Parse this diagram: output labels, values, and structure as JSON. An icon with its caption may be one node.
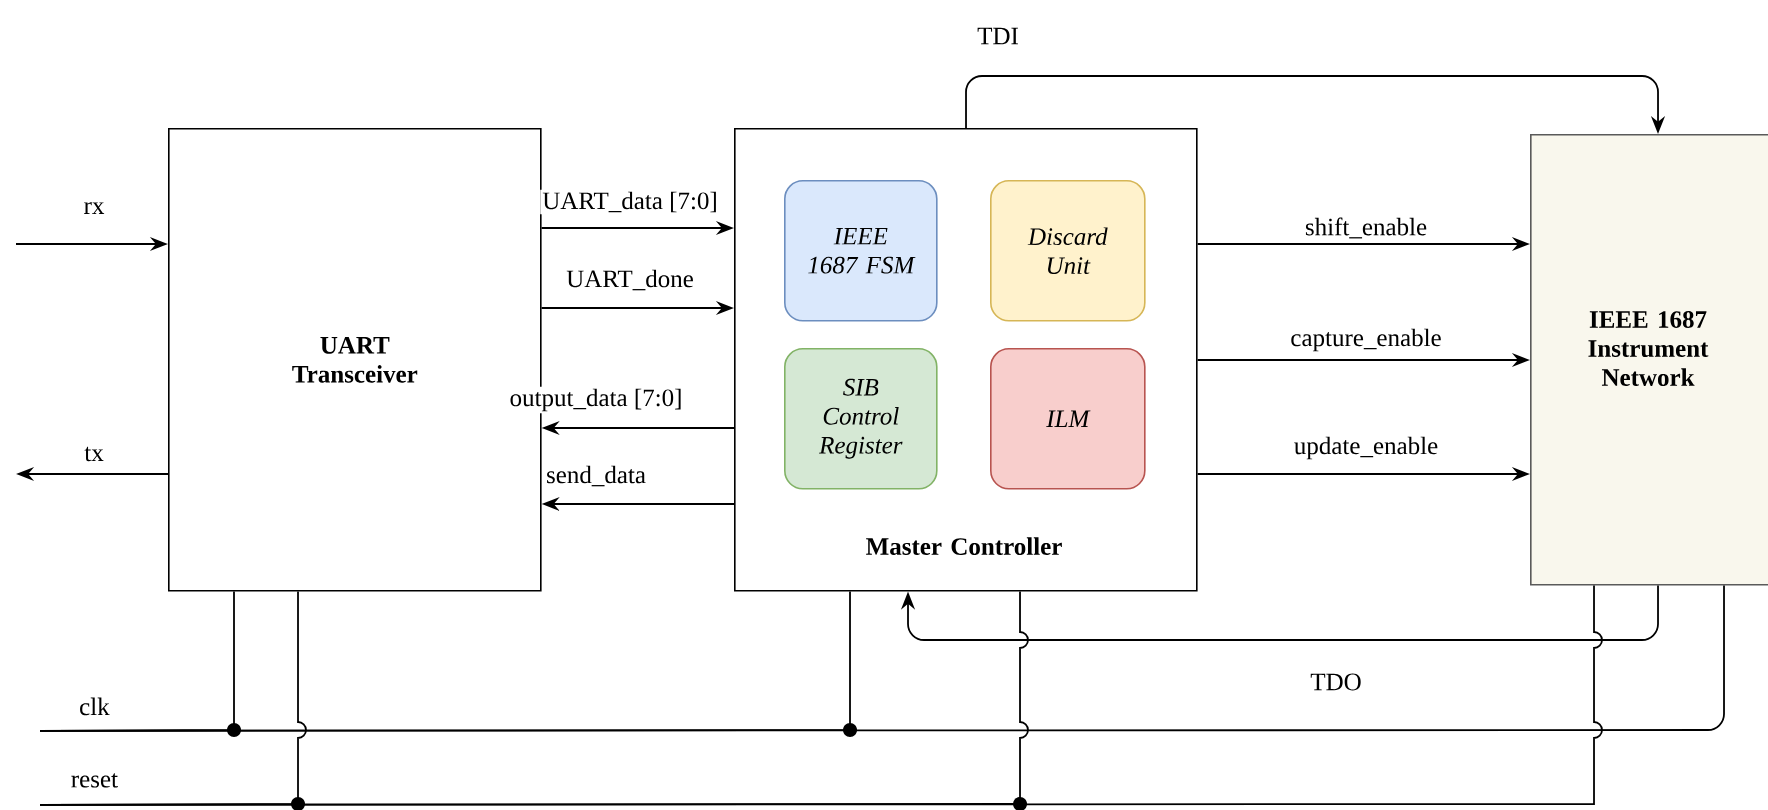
{
  "diagram": {
    "nodes": [
      {
        "text": [
          "UART Transceiver"
        ]
      },
      {
        "text": [
          "Master Controller"
        ]
      },
      {
        "text": [
          "IEEE 1687 FSM"
        ],
        "in": 1
      },
      {
        "text": [
          "Discard Unit"
        ],
        "in": 1
      },
      {
        "text": [
          "SIB Control Register"
        ],
        "in": 1
      },
      {
        "text": [
          "ILM"
        ],
        "in": 1
      },
      {
        "text": [
          "IEEE 1687 Instrument Network"
        ]
      },
      {
        "text": [
          "clk"
        ]
      },
      {
        "text": [
          "reset"
        ]
      }
    ],
    "edges": [
      {
        "from": null,
        "to": 0,
        "arrow": "to",
        "label": "rx"
      },
      {
        "from": 0,
        "to": 1,
        "arrow": "to",
        "label": "UART_data [7:0]"
      },
      {
        "from": 0,
        "to": 1,
        "arrow": "to",
        "label": "UART_done"
      },
      {
        "from": 1,
        "to": 0,
        "arrow": "to",
        "label": "output_data [7:0]"
      },
      {
        "from": 1,
        "to": 0,
        "arrow": "to",
        "label": "send_data"
      },
      {
        "from": 0,
        "to": null,
        "arrow": "to",
        "label": "tx"
      },
      {
        "from": 1,
        "to": 6,
        "arrow": "to",
        "label": "shift_enable"
      },
      {
        "from": 1,
        "to": 6,
        "arrow": "to",
        "label": "capture_enable"
      },
      {
        "from": 1,
        "to": 6,
        "arrow": "to",
        "label": "update_enable"
      },
      {
        "from": 1,
        "to": 6,
        "arrow": "to",
        "label": "TDI"
      },
      {
        "from": 6,
        "to": 1,
        "arrow": "to",
        "label": "TDO"
      },
      {
        "from": 7,
        "to": 0,
        "arrow": "none"
      },
      {
        "from": 7,
        "to": 1,
        "arrow": "none"
      },
      {
        "from": 7,
        "to": 6,
        "arrow": "none"
      },
      {
        "from": 8,
        "to": 0,
        "arrow": "none"
      },
      {
        "from": 8,
        "to": 1,
        "arrow": "none"
      },
      {
        "from": 8,
        "to": 6,
        "arrow": "none"
      }
    ]
  }
}
